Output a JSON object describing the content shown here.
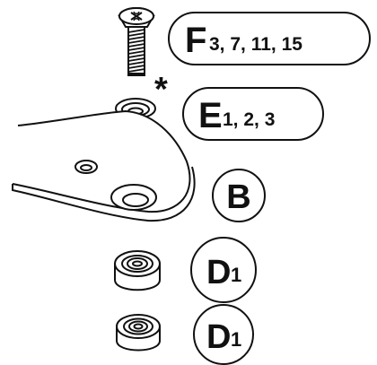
{
  "diagram": {
    "parts": [
      {
        "id": "screw",
        "icon": "phillips-flat-head-screw-icon",
        "callout": {
          "letter": "F",
          "numbers": "3, 7, 11, 15"
        }
      },
      {
        "id": "cup-washer",
        "icon": "countersunk-washer-icon",
        "asterisk": "*",
        "callout": {
          "letter": "E",
          "numbers": "1, 2, 3"
        }
      },
      {
        "id": "plate",
        "icon": "plate-with-countersunk-hole-icon",
        "callout": {
          "letter": "B",
          "numbers": ""
        }
      },
      {
        "id": "bearing-1",
        "icon": "ball-bearing-icon",
        "callout": {
          "letter": "D",
          "numbers": "1"
        }
      },
      {
        "id": "bearing-2",
        "icon": "ball-bearing-icon",
        "callout": {
          "letter": "D",
          "numbers": "1"
        }
      }
    ],
    "colors": {
      "stroke": "#111111",
      "fill": "#ffffff",
      "shade": "#d9d9d9"
    }
  }
}
